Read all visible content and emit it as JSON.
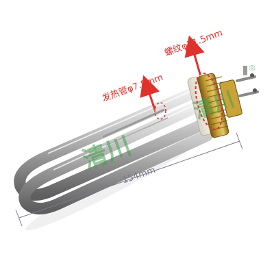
{
  "annotations": {
    "thread": "螺纹φ31.5mm",
    "tube": "发热管φ7.8mm",
    "length": "154mm"
  },
  "watermark": {
    "text": "清川",
    "mark": "®"
  },
  "colors": {
    "annotation_red": "#e0312b",
    "dimension_line": "#7a7a8c",
    "watermark_green": "#3fa24a"
  }
}
